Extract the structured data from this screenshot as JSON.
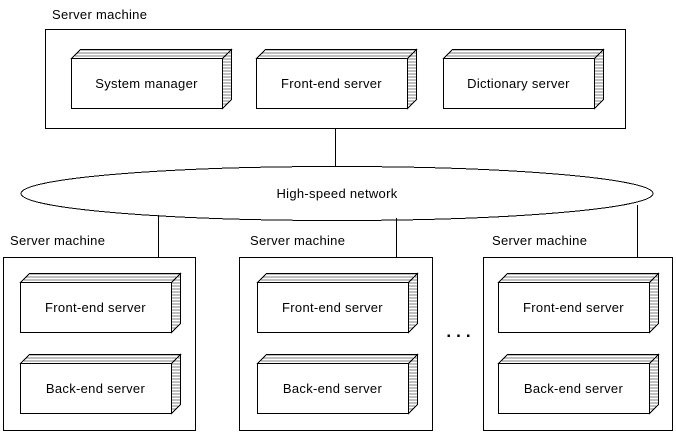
{
  "colors": {
    "line": "#000000",
    "background": "#ffffff"
  },
  "top_machine": {
    "label": "Server machine",
    "nodes": [
      {
        "label": "System manager"
      },
      {
        "label": "Front-end server"
      },
      {
        "label": "Dictionary server"
      }
    ]
  },
  "network": {
    "label": "High-speed network"
  },
  "bottom_machines": [
    {
      "label": "Server machine",
      "nodes": [
        {
          "label": "Front-end server"
        },
        {
          "label": "Back-end server"
        }
      ]
    },
    {
      "label": "Server machine",
      "nodes": [
        {
          "label": "Front-end server"
        },
        {
          "label": "Back-end server"
        }
      ]
    },
    {
      "label": "Server machine",
      "nodes": [
        {
          "label": "Front-end server"
        },
        {
          "label": "Back-end server"
        }
      ]
    }
  ],
  "ellipsis": "..."
}
